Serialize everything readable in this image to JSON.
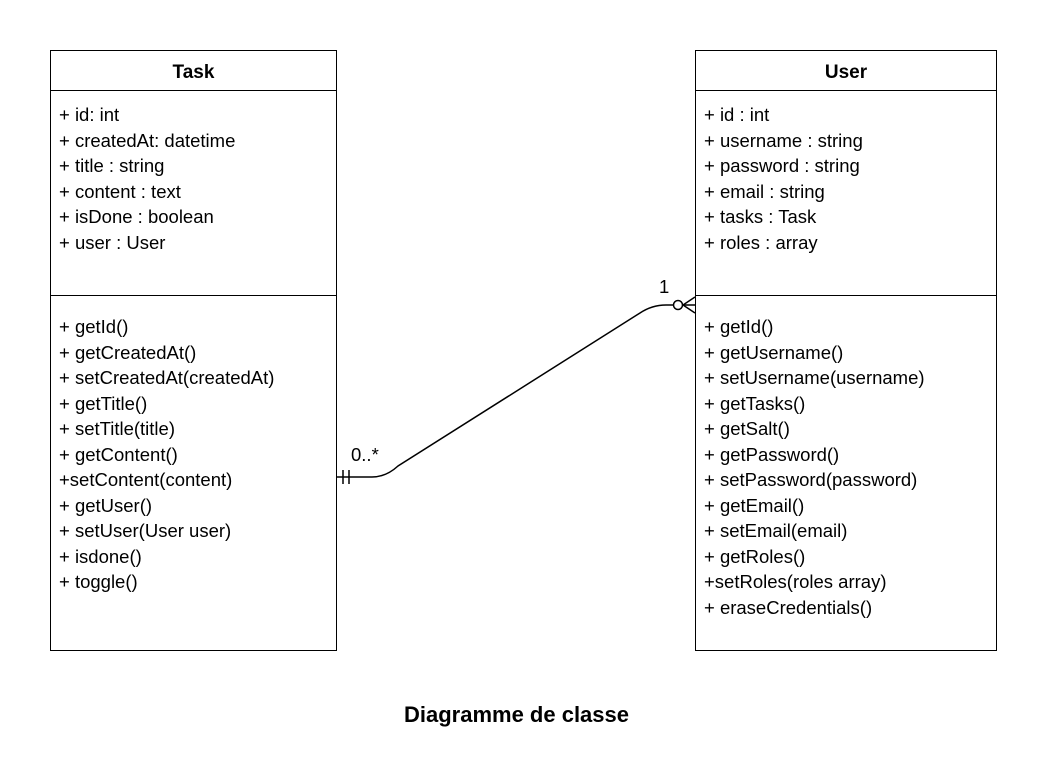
{
  "task_class": {
    "name": "Task",
    "attributes": [
      "+ id: int",
      "+ createdAt: datetime",
      "+ title : string",
      "+ content : text",
      "+ isDone : boolean",
      "+ user : User"
    ],
    "methods": [
      "+ getId()",
      "+ getCreatedAt()",
      "+ setCreatedAt(createdAt)",
      "+ getTitle()",
      "+ setTitle(title)",
      "+ getContent()",
      "+setContent(content)",
      "+ getUser()",
      "+ setUser(User user)",
      "+ isdone()",
      "+ toggle()"
    ]
  },
  "user_class": {
    "name": "User",
    "attributes": [
      "+ id : int",
      "+ username : string",
      "+ password : string",
      "+ email : string",
      "+ tasks : Task",
      "+ roles : array"
    ],
    "methods": [
      "+ getId()",
      "+ getUsername()",
      "+ setUsername(username)",
      "+ getTasks()",
      "+ getSalt()",
      "+ getPassword()",
      "+ setPassword(password)",
      "+ getEmail()",
      "+ setEmail(email)",
      "+ getRoles()",
      "+setRoles(roles array)",
      "+ eraseCredentials()"
    ]
  },
  "relation": {
    "task_end_multiplicity": "0..*",
    "user_end_multiplicity": "1"
  },
  "caption": "Diagramme de classe"
}
